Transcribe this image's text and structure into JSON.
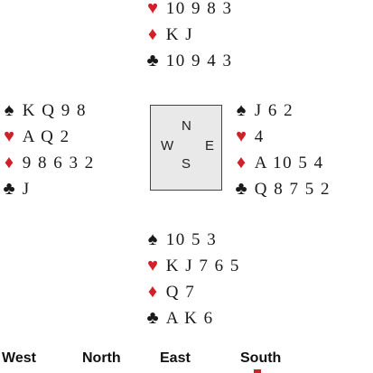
{
  "north": {
    "hearts": "10 9 8 3",
    "diamonds": "K J",
    "clubs": "10 9 4 3"
  },
  "west": {
    "spades": "K Q 9 8",
    "hearts": "A Q 2",
    "diamonds": "9 8 6 3 2",
    "clubs": "J"
  },
  "east": {
    "spades": "J 6 2",
    "hearts": "4",
    "diamonds": "A 10 5 4",
    "clubs": "Q 8 7 5 2"
  },
  "south": {
    "spades": "10 5 3",
    "hearts": "K J 7 6 5",
    "diamonds": "Q 7",
    "clubs": "A K 6"
  },
  "compass": {
    "n": "N",
    "w": "W",
    "e": "E",
    "s": "S"
  },
  "bidding": {
    "west": "West",
    "north": "North",
    "east": "East",
    "south": "South"
  },
  "suits": {
    "spades": "♠",
    "hearts": "♥",
    "diamonds": "♦",
    "clubs": "♣"
  },
  "colors": {
    "red": "#d0202a",
    "black": "#1a1a1a"
  }
}
